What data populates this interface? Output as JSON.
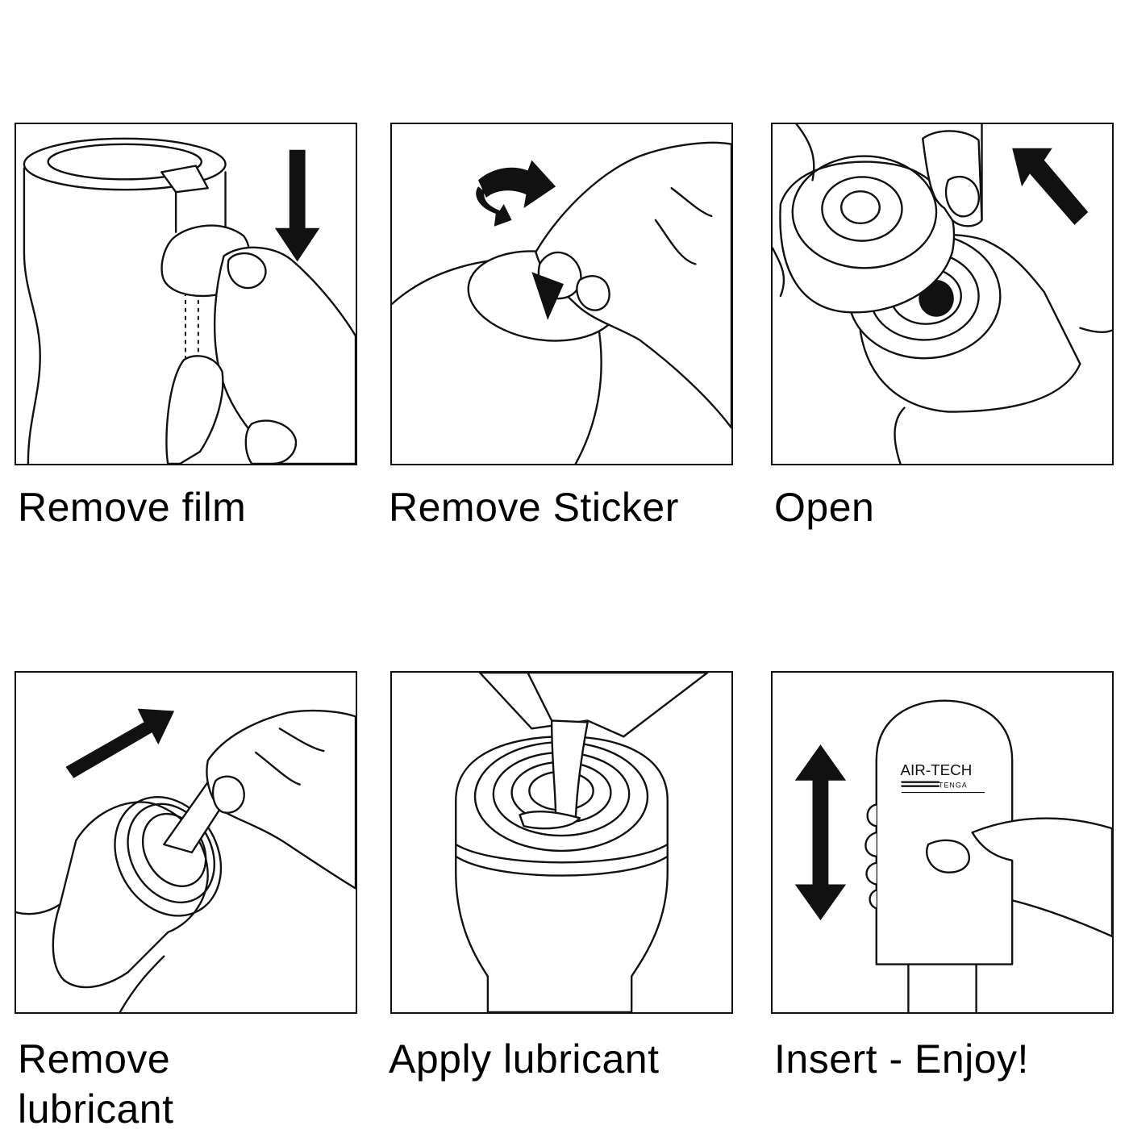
{
  "steps": [
    {
      "caption": "Remove film"
    },
    {
      "caption": "Remove Sticker"
    },
    {
      "caption": "Open"
    },
    {
      "caption": "Remove\nlubricant"
    },
    {
      "caption": "Apply lubricant"
    },
    {
      "caption": "Insert - Enjoy!"
    }
  ],
  "product_label": {
    "brand": "AIR-TECH",
    "maker": "TENGA"
  },
  "colors": {
    "line": "#111111",
    "background": "#ffffff"
  }
}
